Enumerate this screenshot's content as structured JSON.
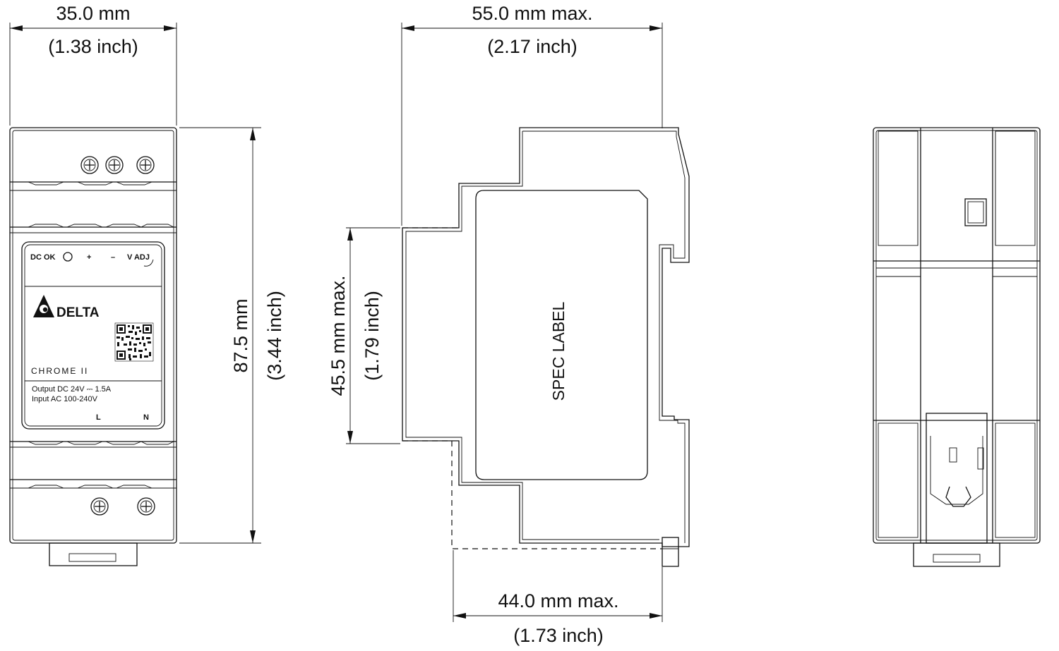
{
  "dimensions": {
    "front_width_mm": "35.0 mm",
    "front_width_inch": "(1.38 inch)",
    "side_depth_mm": "55.0 mm max.",
    "side_depth_inch": "(2.17 inch)",
    "height_mm": "87.5 mm",
    "height_inch": "(3.44 inch)",
    "face_height_mm": "45.5 mm max.",
    "face_height_inch": "(1.79 inch)",
    "face_depth_mm": "44.0 mm max.",
    "face_depth_inch": "(1.73 inch)"
  },
  "front_label": {
    "dc_ok": "DC OK",
    "plus": "+",
    "minus": "–",
    "v_adj": "V ADJ",
    "brand": "DELTA",
    "series": "CHROME II",
    "output": "Output DC 24V ⎓ 1.5A",
    "input": "Input AC 100-240V",
    "terminal_l": "L",
    "terminal_n": "N"
  },
  "side_label": {
    "spec": "SPEC LABEL"
  }
}
